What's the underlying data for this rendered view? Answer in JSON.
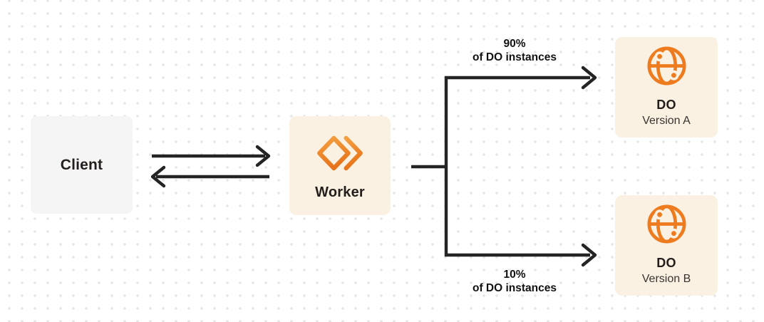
{
  "colors": {
    "background": "#ffffff",
    "dot_grid": "#e6e6e6",
    "accent_orange": "#ee7b1e",
    "box_cream": "#fbf1e3",
    "box_gray": "#f5f5f6",
    "line_dark": "#242424",
    "text_dark": "#221e1b",
    "text_muted": "#39342f"
  },
  "nodes": {
    "client": {
      "label": "Client"
    },
    "worker": {
      "label": "Worker",
      "icon": "workers-chevron-icon"
    },
    "do_version_a": {
      "title": "DO",
      "subtitle": "Version A",
      "icon": "globe-icon"
    },
    "do_version_b": {
      "title": "DO",
      "subtitle": "Version B",
      "icon": "globe-icon"
    }
  },
  "edges": {
    "client_worker": {
      "type": "bidirectional-arrows"
    },
    "split_top": {
      "percent": "90%",
      "caption": "of DO instances"
    },
    "split_bottom": {
      "percent": "10%",
      "caption": "of DO instances"
    }
  }
}
